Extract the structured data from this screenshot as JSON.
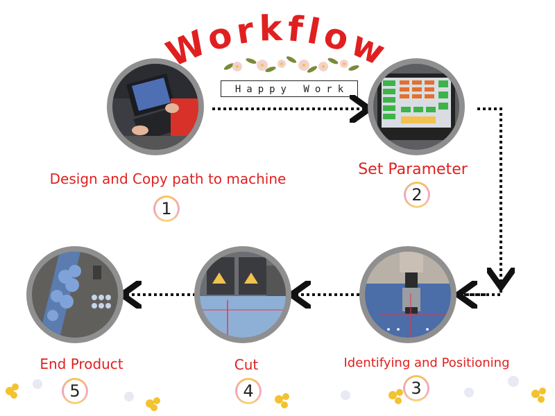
{
  "title": "Workflow",
  "tagline": "Happy Work",
  "colors": {
    "accent": "#e02020",
    "ring": "#8f8f8f",
    "arrow": "#111111"
  },
  "steps": [
    {
      "number": "1",
      "label": "Design and Copy path to machine",
      "icon": "laptop-operator-photo"
    },
    {
      "number": "2",
      "label": "Set Parameter",
      "icon": "control-panel-photo"
    },
    {
      "number": "3",
      "label": "Identifying and Positioning",
      "icon": "camera-positioning-photo"
    },
    {
      "number": "4",
      "label": "Cut",
      "icon": "cutting-head-photo"
    },
    {
      "number": "5",
      "label": "End Product",
      "icon": "flower-panel-photo"
    }
  ]
}
